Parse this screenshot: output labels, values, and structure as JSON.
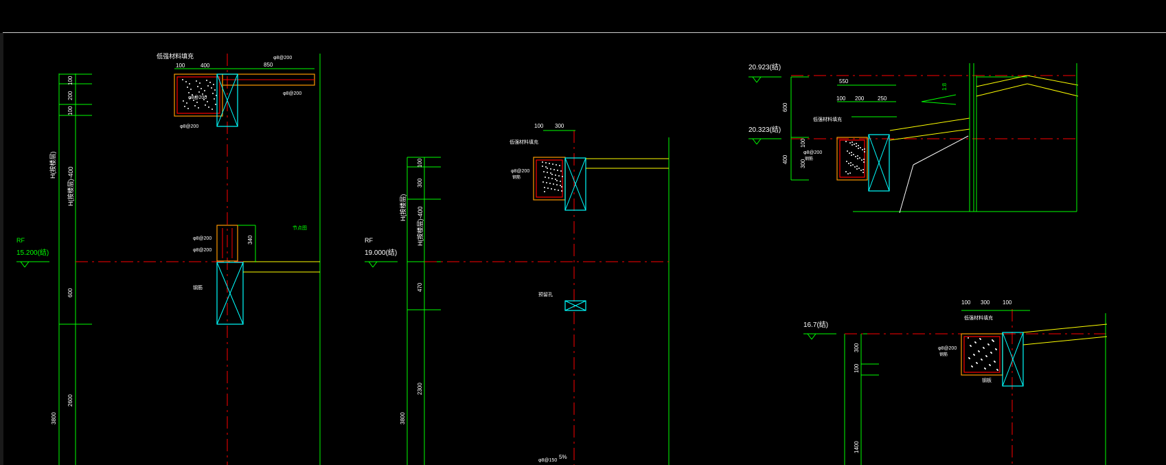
{
  "colors": {
    "background": "#000000",
    "green": "#00ff00",
    "red": "#ff0000",
    "cyan": "#00ffff",
    "orange": "#ff9900",
    "yellow": "#ffff00",
    "white": "#ffffff",
    "magenta": "#ff00ff"
  },
  "detail1": {
    "rf_label": "RF",
    "elev": "15.200(结)",
    "note_fill": "低强材料填充",
    "dim_400": "400",
    "dim_100": "100",
    "dim_850": "850",
    "rebar_a": "φ8@200",
    "rebar_b": "φ8@200",
    "rebar_c": "φ8@200",
    "rebar_d": "φ8@200",
    "rebar_e": "φ8@200",
    "rebar_f": "φ8@200",
    "dim_340": "340",
    "note_mid": "钢筋",
    "note_green": "节点图",
    "h1": "H(按楼层)",
    "h2": "H(按楼层)-400",
    "v100a": "100",
    "v200": "200",
    "v100b": "100",
    "v600": "600",
    "v2600": "2600",
    "v3800": "3800"
  },
  "detail2": {
    "rf_label": "RF",
    "elev": "19.000(结)",
    "note_fill": "低强材料填充",
    "dim_100": "100",
    "dim_300": "300",
    "rebar": "φ8@200",
    "rebar2": "钢筋",
    "note_mid": "预留孔",
    "h1": "H(按楼层)",
    "h2": "H(按楼层)-400",
    "v100": "100",
    "v300": "300",
    "v470": "470",
    "v2300": "2300",
    "v3800": "3800",
    "bottom_rebar": "φ8@150",
    "bottom_slope": "5%"
  },
  "detail3": {
    "elev_top": "20.923(结)",
    "elev_mid": "20.323(结)",
    "dim_550": "550",
    "dim_100": "100",
    "dim_200": "200",
    "dim_250": "250",
    "note_fill": "低强材料填充",
    "rebar": "φ8@200",
    "rebar2": "钢筋",
    "v600": "600",
    "v100": "100",
    "v400": "400",
    "v300": "300",
    "slope": "1:8"
  },
  "detail4": {
    "elev": "16.7(结)",
    "dim_100a": "100",
    "dim_300": "300",
    "dim_100b": "100",
    "note_fill": "低强材料填充",
    "rebar": "φ8@200",
    "rebar2": "钢筋",
    "note_bottom": "钢板",
    "v300": "300",
    "v100": "100",
    "v1400": "1400"
  }
}
